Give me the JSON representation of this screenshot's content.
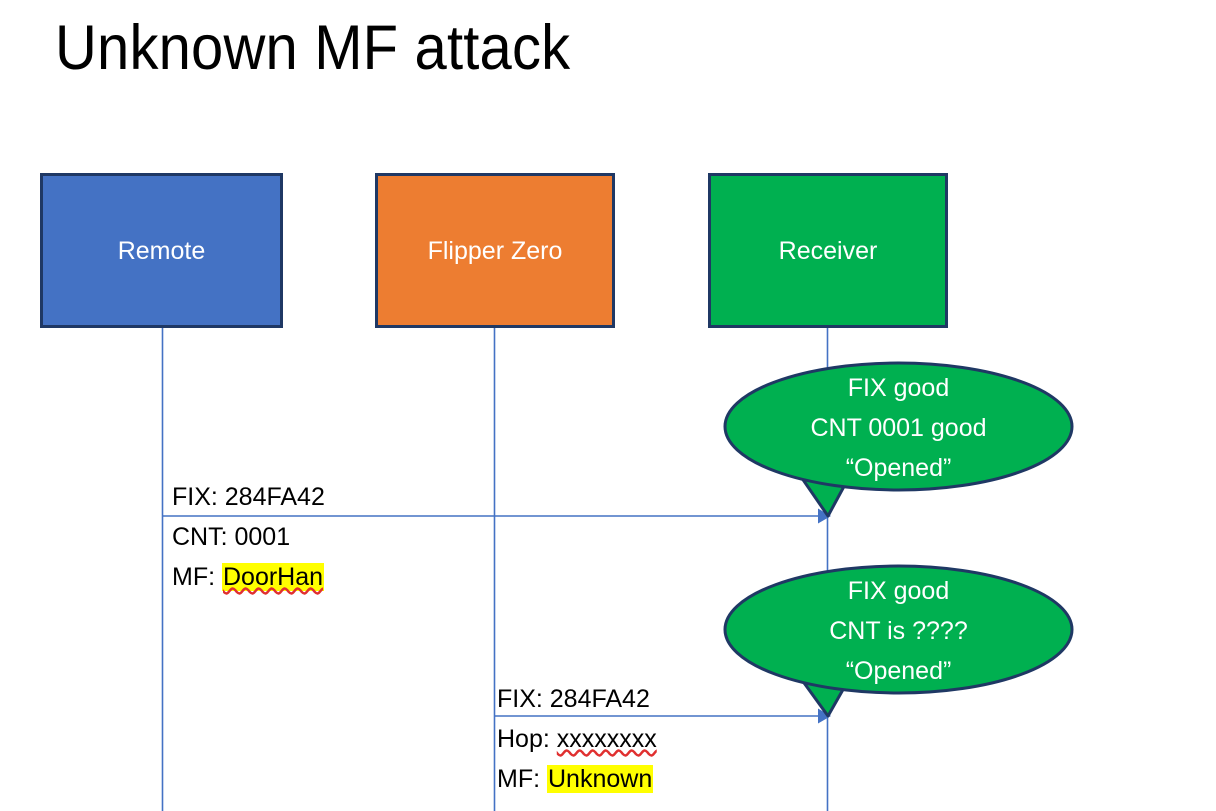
{
  "slide": {
    "title": "Unknown MF attack"
  },
  "colors": {
    "remote_fill": "#4472C4",
    "flipper_fill": "#ED7D31",
    "receiver_fill": "#00B050",
    "box_border": "#1F3864",
    "bubble_fill": "#00B050",
    "bubble_border": "#1F3864",
    "lifeline": "#4472C4",
    "arrow": "#4472C4",
    "highlight": "#FFFF00",
    "spellcheck_underline": "#E03030",
    "text_on_fill": "#FFFFFF",
    "text_body": "#000000"
  },
  "actors": [
    {
      "id": "remote",
      "label": "Remote"
    },
    {
      "id": "flipper",
      "label": "Flipper Zero"
    },
    {
      "id": "receiver",
      "label": "Receiver"
    }
  ],
  "messages": [
    {
      "id": "remote-to-receiver",
      "from": "remote",
      "to": "receiver",
      "lines": [
        {
          "text": "FIX: 284FA42",
          "highlight": false,
          "spellcheck": false
        },
        {
          "text": "CNT: 0001",
          "highlight": false,
          "spellcheck": false
        }
      ],
      "mf_label": "MF: ",
      "mf_value": "DoorHan",
      "mf_highlight": true,
      "mf_spellcheck": true
    },
    {
      "id": "flipper-to-receiver",
      "from": "flipper",
      "to": "receiver",
      "lines": [
        {
          "text": "FIX: 284FA42",
          "highlight": false,
          "spellcheck": false
        }
      ],
      "hop_label": "Hop: ",
      "hop_value": "xxxxxxxx",
      "hop_spellcheck": true,
      "mf_label": "MF: ",
      "mf_value": "Unknown",
      "mf_highlight": true,
      "mf_spellcheck": false
    }
  ],
  "bubbles": [
    {
      "id": "bubble-first-reception",
      "lines": [
        "FIX good",
        "CNT 0001 good",
        "“Opened”"
      ]
    },
    {
      "id": "bubble-second-reception",
      "lines": [
        "FIX good",
        "CNT is ????",
        "“Opened”"
      ]
    }
  ]
}
